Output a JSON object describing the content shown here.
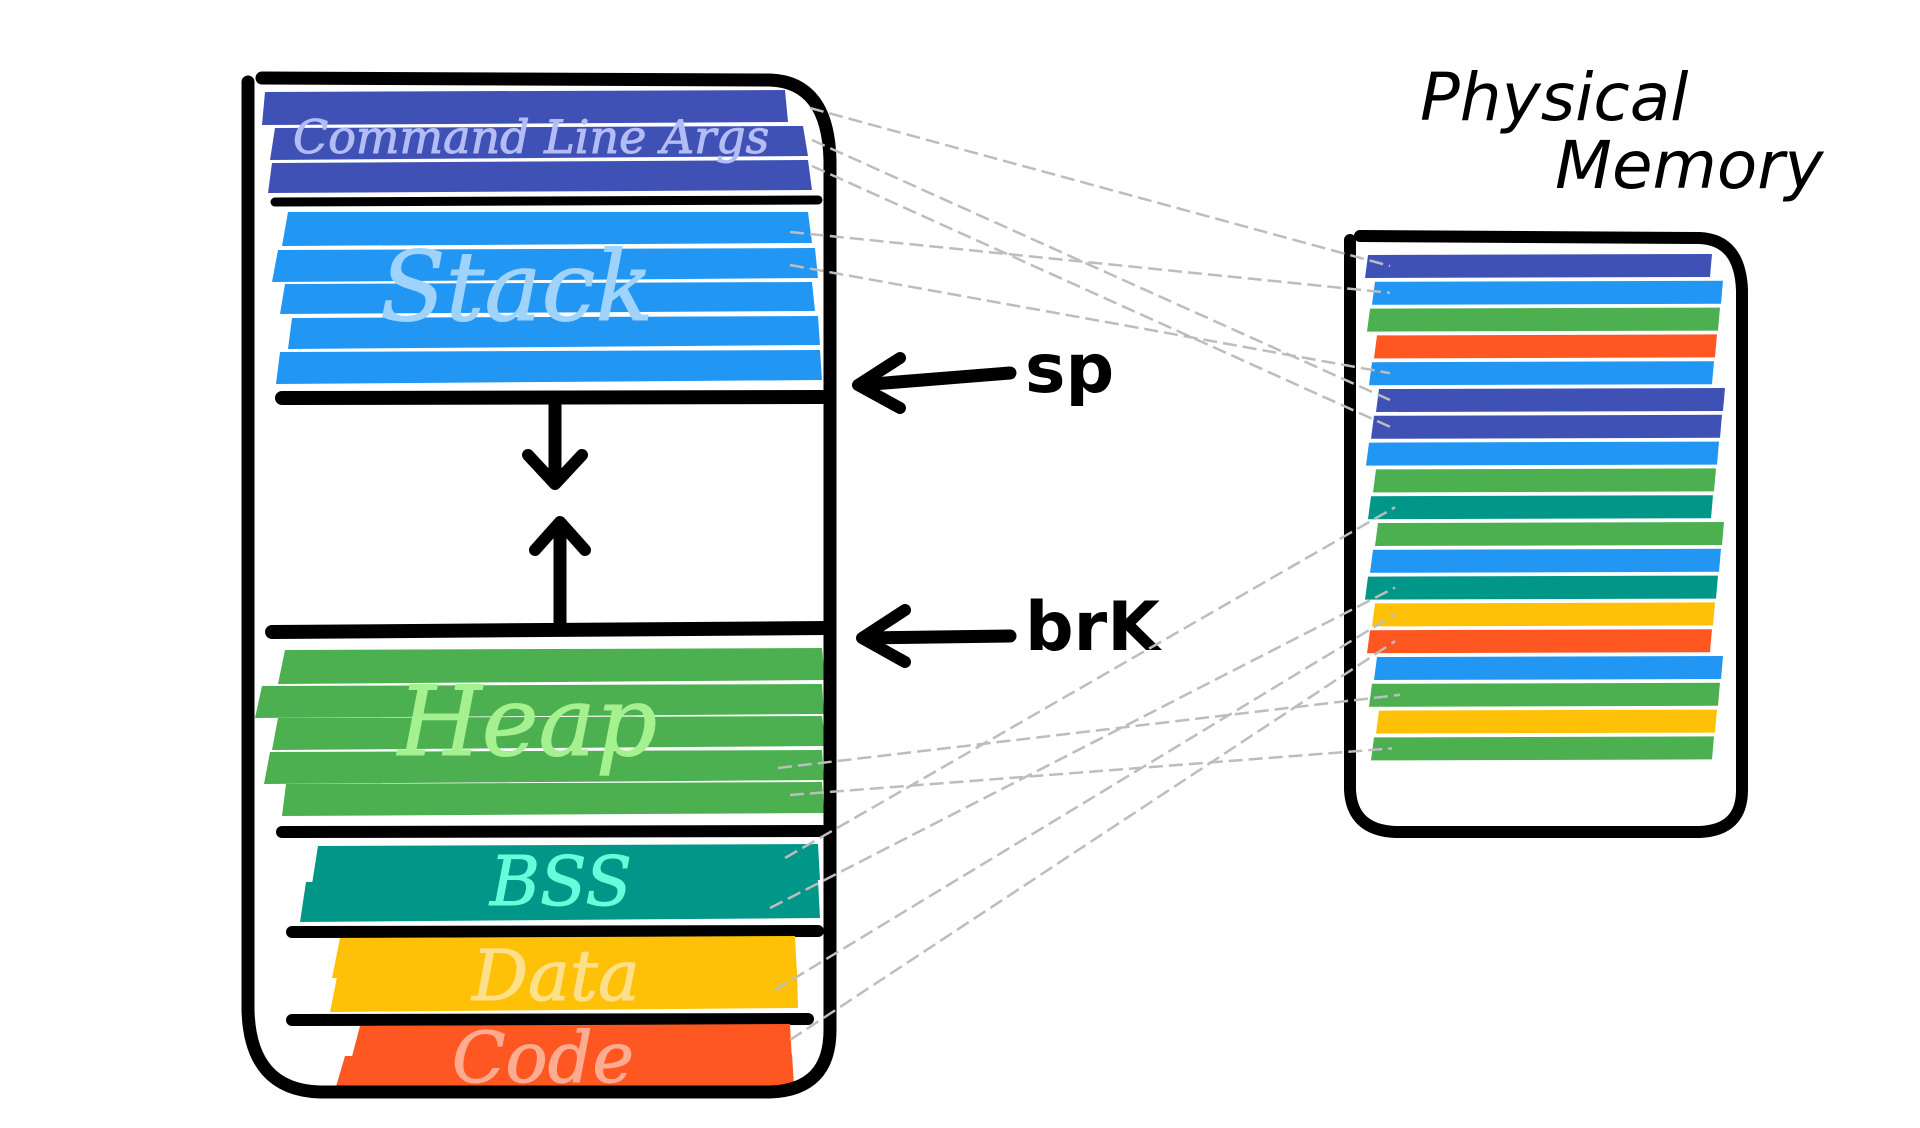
{
  "colors": {
    "args": "#3F51B5",
    "stack": "#2196F3",
    "heap": "#4CAF50",
    "bss": "#009688",
    "data": "#FFC107",
    "code": "#FF5722",
    "outline": "#000000",
    "mapping_line": "#BDBDBD"
  },
  "virtual": {
    "segments": [
      {
        "key": "args",
        "label": "Command Line Args",
        "label_color": "#B3BCF5"
      },
      {
        "key": "stack",
        "label": "Stack",
        "label_color": "#9FD3FB"
      },
      {
        "key": "heap",
        "label": "Heap",
        "label_color": "#A5F08F"
      },
      {
        "key": "bss",
        "label": "BSS",
        "label_color": "#64FFDA"
      },
      {
        "key": "data",
        "label": "Data",
        "label_color": "#FFE08A"
      },
      {
        "key": "code",
        "label": "Code",
        "label_color": "#FFAB91"
      }
    ],
    "pointers": {
      "sp": "sp",
      "brk": "brK"
    }
  },
  "physical": {
    "title_line1": "Physical",
    "title_line2": "Memory",
    "strips": [
      "args",
      "stack",
      "heap",
      "code",
      "stack",
      "args",
      "args",
      "stack",
      "heap",
      "bss",
      "heap",
      "stack",
      "bss",
      "data",
      "code",
      "stack",
      "heap",
      "data",
      "heap"
    ]
  }
}
